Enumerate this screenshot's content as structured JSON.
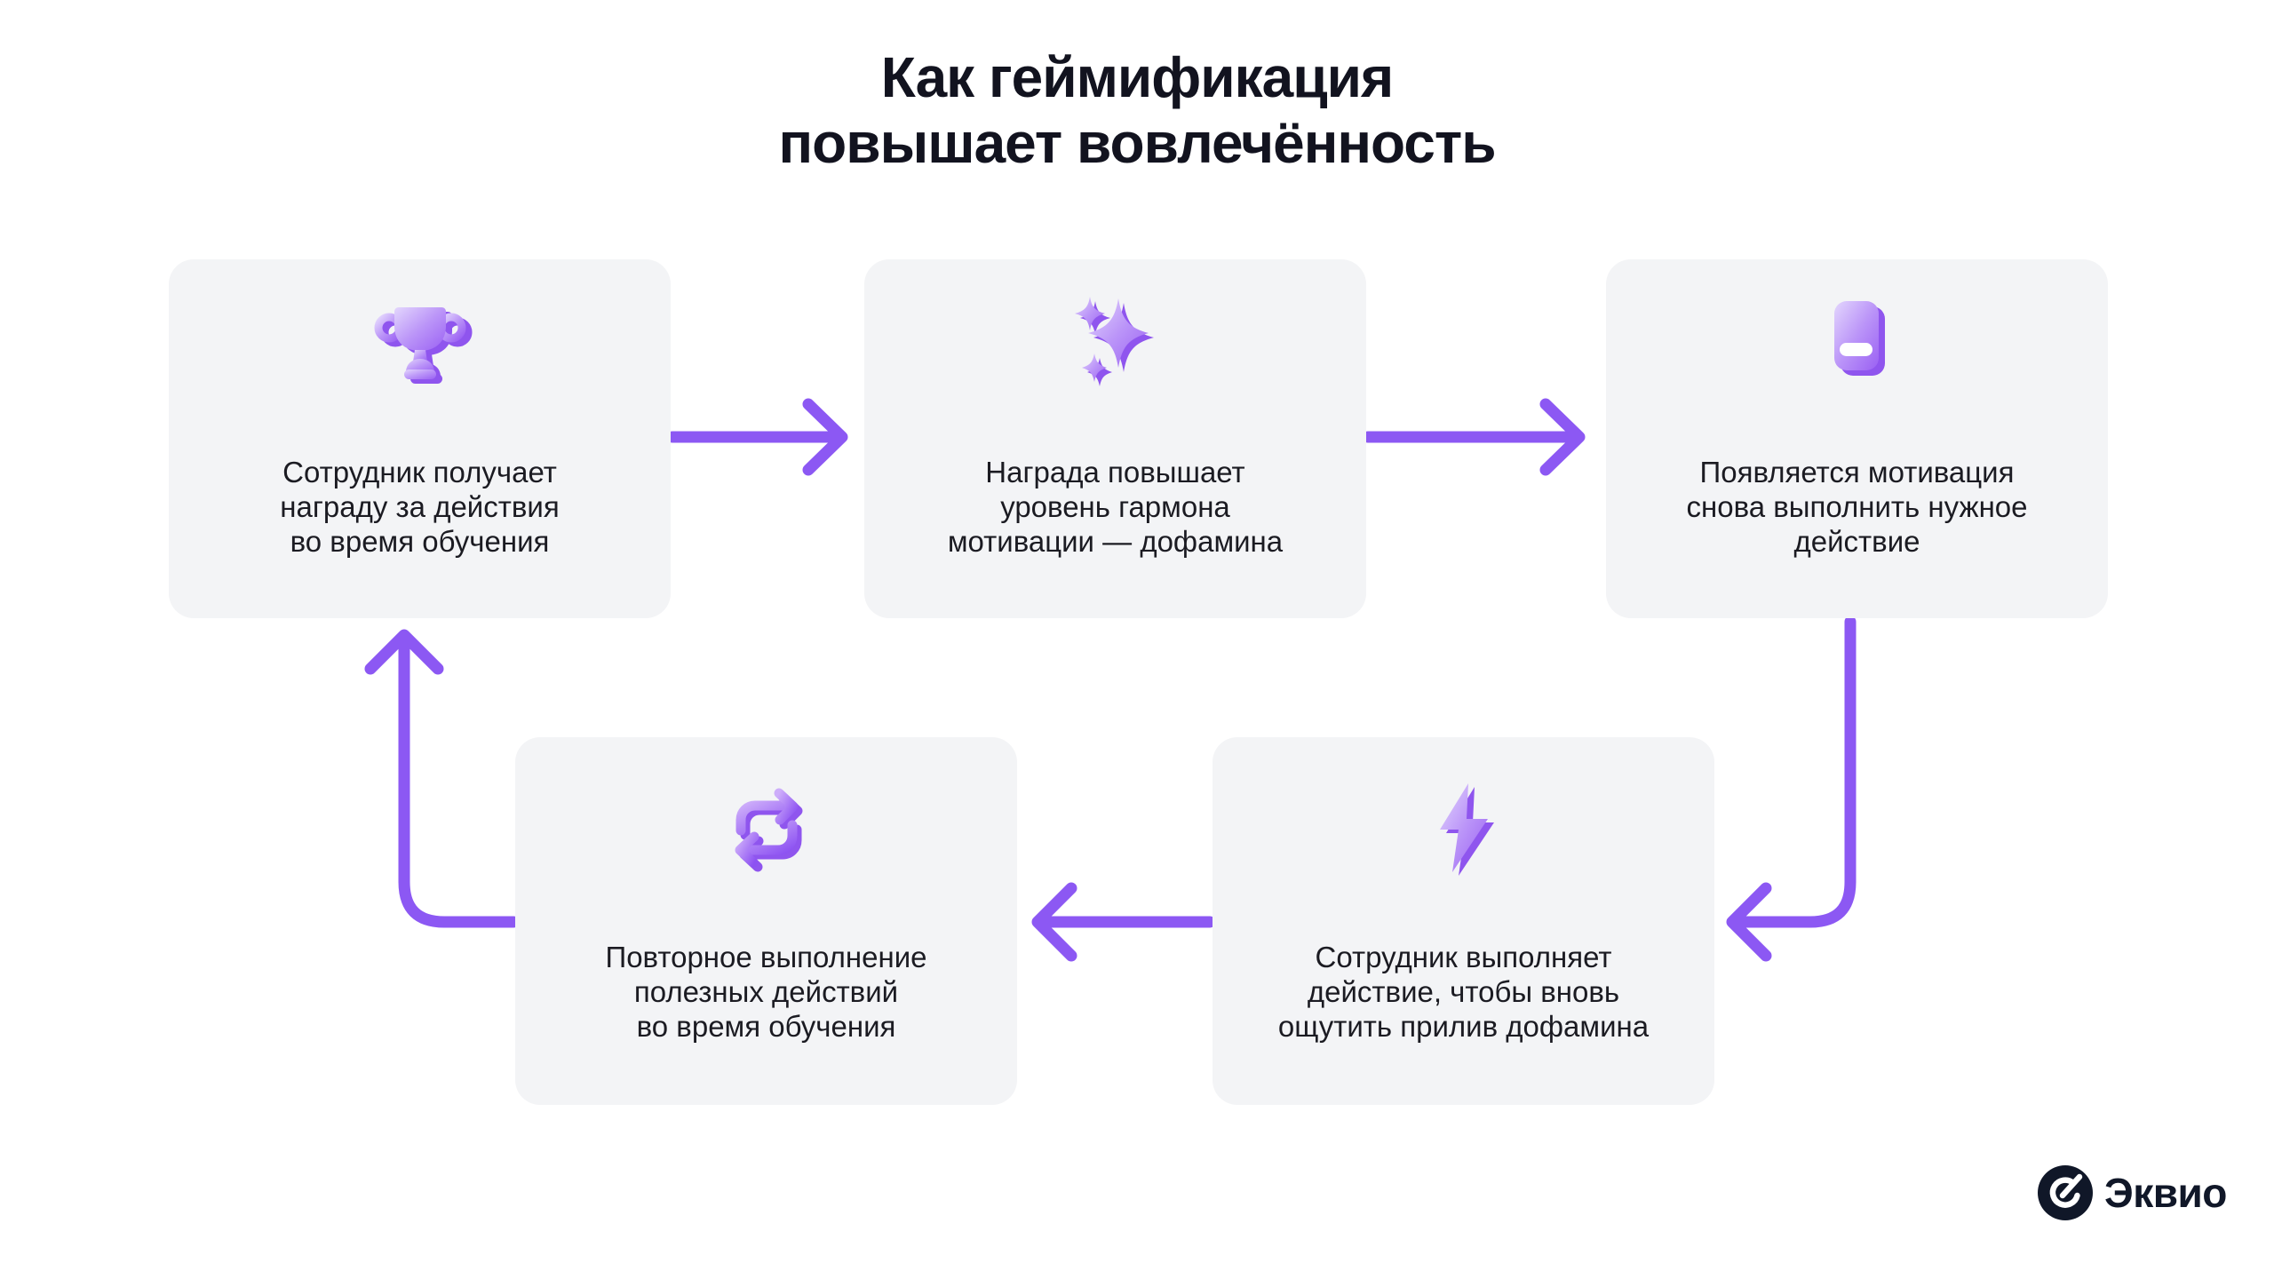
{
  "title": {
    "text": "Как геймификация\nповышает вовлечённость"
  },
  "steps": [
    {
      "name": "reward",
      "icon": "trophy-icon",
      "text": "Сотрудник получает\nнаграду за действия\nво время обучения"
    },
    {
      "name": "dopamine",
      "icon": "sparkles-icon",
      "text": "Награда повышает\nуровень гармона\nмотивации — дофамина"
    },
    {
      "name": "motivation",
      "icon": "book-icon",
      "text": "Появляется мотивация\nснова выполнить нужное\nдействие"
    },
    {
      "name": "action",
      "icon": "lightning-icon",
      "text": "Сотрудник выполняет\nдействие, чтобы вновь\nощутить прилив дофамина"
    },
    {
      "name": "repeat",
      "icon": "repeat-icon",
      "text": "Повторное выполнение\nполезных действий\nво время обучения"
    }
  ],
  "logo": {
    "label": "Эквио"
  },
  "colors": {
    "page_background": "#ffffff",
    "card_background": "#f3f4f6",
    "accent_purple": "#8c58f3",
    "icon_purple_light": "#e3d6fd",
    "icon_purple_mid": "#bb95f8",
    "icon_purple_deep": "#9a60f3",
    "icon_purple_shadow": "#8f55ee",
    "title_text": "#12131f",
    "body_text": "#1b1b22",
    "logo_navy": "#101728"
  }
}
